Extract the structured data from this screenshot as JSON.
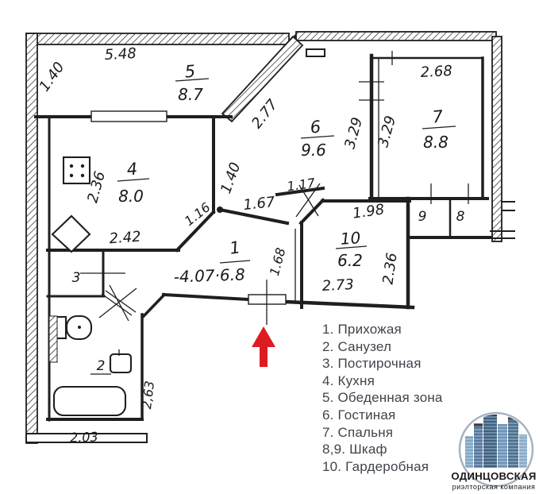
{
  "plan": {
    "rooms": {
      "hallway": {
        "number": "1",
        "area_note": "-4.07·6.8"
      },
      "bathroom": {
        "number": "2"
      },
      "laundry": {
        "number": "3"
      },
      "kitchen": {
        "number": "4",
        "area": "8.0"
      },
      "dining": {
        "number": "5",
        "area": "8.7"
      },
      "living": {
        "number": "6",
        "area": "9.6"
      },
      "bedroom": {
        "number": "7",
        "area": "8.8"
      },
      "closet8": {
        "number": "8"
      },
      "closet9": {
        "number": "9"
      },
      "wardrobe": {
        "number": "10",
        "area": "6.2"
      }
    },
    "dims": {
      "top_width": "5.48",
      "dining_side": "1.40",
      "diag_56": "2.77",
      "kitchen_depth": "2.36",
      "kitchen_width": "2.42",
      "kitchen_diag": "1.16",
      "hall_wall": "1.40",
      "wall_167": "1.67",
      "wall_117": "1.17",
      "wall_198": "1.98",
      "living_depth": "3.29",
      "bedroom_depth": "3.29",
      "bedroom_width": "2.68",
      "wardrobe_width": "2.73",
      "wardrobe_depth": "2.36",
      "hall_168": "1.68",
      "bath_depth": "2,63",
      "bath_width": "2,03"
    }
  },
  "legend": {
    "items": [
      "1. Прихожая",
      "2. Санузел",
      "3. Постирочная",
      "4. Кухня",
      "5. Обеденная зона",
      "6. Гостиная",
      "7. Спальня",
      "8,9. Шкаф",
      "10. Гардеробная"
    ]
  },
  "logo": {
    "title": "ОДИНЦОВСКАЯ",
    "subtitle": "риэлторская компания"
  },
  "colors": {
    "arrow_red": "#dd1c22",
    "ink": "#1a1a1a",
    "legend_text": "#3f444b",
    "logo_blue": "#2a6aa0",
    "logo_light_blue": "#64a0d0"
  }
}
